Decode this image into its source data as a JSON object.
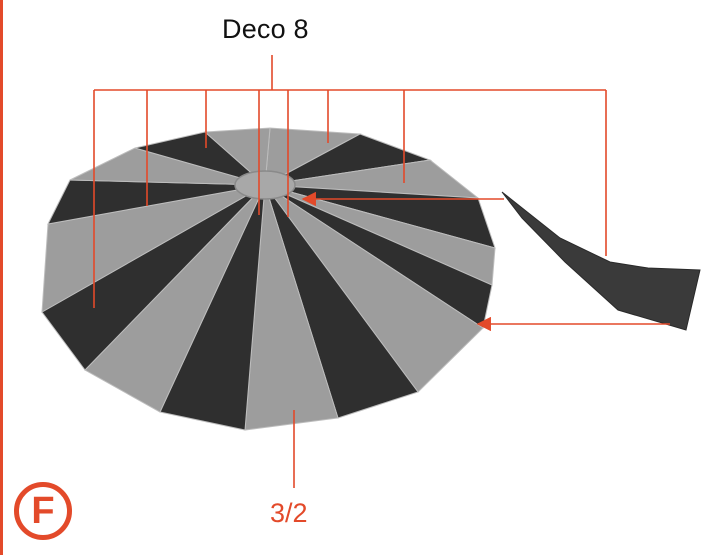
{
  "title": "Deco 8",
  "part_label": "3/2",
  "badge_letter": "F",
  "colors": {
    "accent": "#e34a2a",
    "dark_panel": "#2f2f2f",
    "light_panel": "#9d9d9d",
    "center": "#a8a8a8",
    "text": "#111111"
  }
}
